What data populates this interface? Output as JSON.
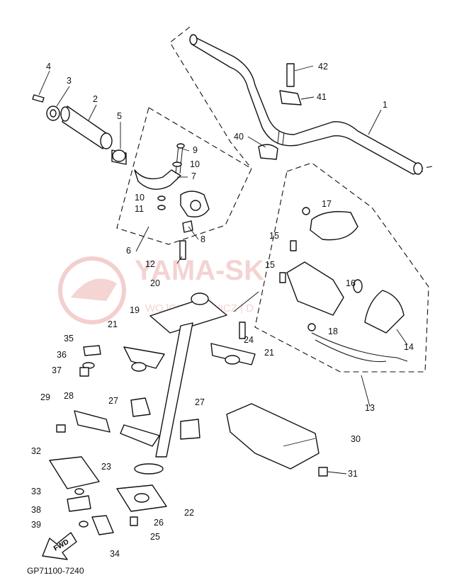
{
  "diagram": {
    "part_code": "GP71100-7240",
    "watermark": {
      "text": "YAMA-SK",
      "subtext": "WOJCIECHOWICZ | D",
      "color": "#e07070"
    },
    "fwd_label": "FWD",
    "callouts": [
      {
        "id": "n1",
        "label": "1"
      },
      {
        "id": "n2",
        "label": "2"
      },
      {
        "id": "n3",
        "label": "3"
      },
      {
        "id": "n4",
        "label": "4"
      },
      {
        "id": "n5",
        "label": "5"
      },
      {
        "id": "n6",
        "label": "6"
      },
      {
        "id": "n7",
        "label": "7"
      },
      {
        "id": "n8",
        "label": "8"
      },
      {
        "id": "n9",
        "label": "9"
      },
      {
        "id": "n10a",
        "label": "10"
      },
      {
        "id": "n10b",
        "label": "10"
      },
      {
        "id": "n11",
        "label": "11"
      },
      {
        "id": "n12",
        "label": "12"
      },
      {
        "id": "n13",
        "label": "13"
      },
      {
        "id": "n14",
        "label": "14"
      },
      {
        "id": "n15a",
        "label": "15"
      },
      {
        "id": "n15b",
        "label": "15"
      },
      {
        "id": "n16",
        "label": "16"
      },
      {
        "id": "n17",
        "label": "17"
      },
      {
        "id": "n18",
        "label": "18"
      },
      {
        "id": "n19",
        "label": "19"
      },
      {
        "id": "n20",
        "label": "20"
      },
      {
        "id": "n21a",
        "label": "21"
      },
      {
        "id": "n21b",
        "label": "21"
      },
      {
        "id": "n22",
        "label": "22"
      },
      {
        "id": "n23",
        "label": "23"
      },
      {
        "id": "n24",
        "label": "24"
      },
      {
        "id": "n25",
        "label": "25"
      },
      {
        "id": "n26",
        "label": "26"
      },
      {
        "id": "n27a",
        "label": "27"
      },
      {
        "id": "n27b",
        "label": "27"
      },
      {
        "id": "n28",
        "label": "28"
      },
      {
        "id": "n29",
        "label": "29"
      },
      {
        "id": "n30",
        "label": "30"
      },
      {
        "id": "n31",
        "label": "31"
      },
      {
        "id": "n32",
        "label": "32"
      },
      {
        "id": "n33",
        "label": "33"
      },
      {
        "id": "n34",
        "label": "34"
      },
      {
        "id": "n35",
        "label": "35"
      },
      {
        "id": "n36",
        "label": "36"
      },
      {
        "id": "n37",
        "label": "37"
      },
      {
        "id": "n38",
        "label": "38"
      },
      {
        "id": "n39",
        "label": "39"
      },
      {
        "id": "n40",
        "label": "40"
      },
      {
        "id": "n41",
        "label": "41"
      },
      {
        "id": "n42",
        "label": "42"
      }
    ]
  }
}
